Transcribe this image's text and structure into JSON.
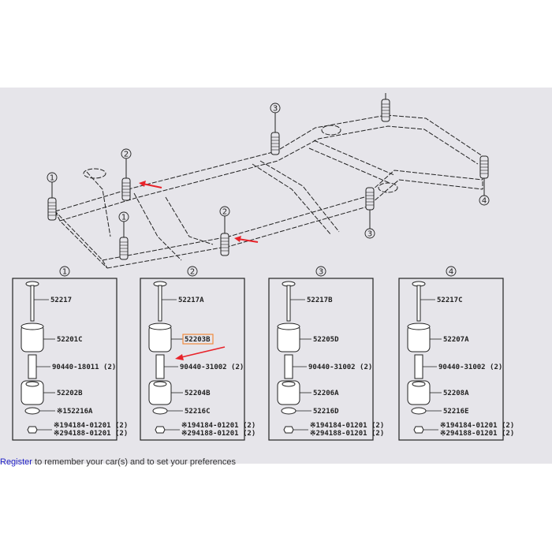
{
  "diagram": {
    "frame_callouts": [
      "1",
      "1",
      "2",
      "2",
      "3",
      "3",
      "4"
    ],
    "accent_arrow_color": "#e8232a",
    "highlight_color": "#f08a3c",
    "groups": [
      {
        "num": "1",
        "parts": [
          "52217",
          "52201C",
          "90440-18011 (2)",
          "52202B",
          "※152216A"
        ],
        "nuts": [
          "※194184-01201 (2)",
          "※294188-01201 (2)"
        ]
      },
      {
        "num": "2",
        "parts": [
          "52217A",
          "52203B",
          "90440-31002 (2)",
          "52204B",
          "52216C"
        ],
        "nuts": [
          "※194184-01201 (2)",
          "※294188-01201 (2)"
        ],
        "highlighted": "52203B"
      },
      {
        "num": "3",
        "parts": [
          "52217B",
          "52205D",
          "90440-31002 (2)",
          "52206A",
          "52216D"
        ],
        "nuts": [
          "※194184-01201 (2)",
          "※294188-01201 (2)"
        ]
      },
      {
        "num": "4",
        "parts": [
          "52217C",
          "52207A",
          "90440-31002 (2)",
          "52208A",
          "52216E"
        ],
        "nuts": [
          "※194184-01201 (2)",
          "※294188-01201 (2)"
        ]
      }
    ]
  },
  "footer": {
    "link": "Register",
    "text": " to remember your car(s) and to set your preferences"
  }
}
